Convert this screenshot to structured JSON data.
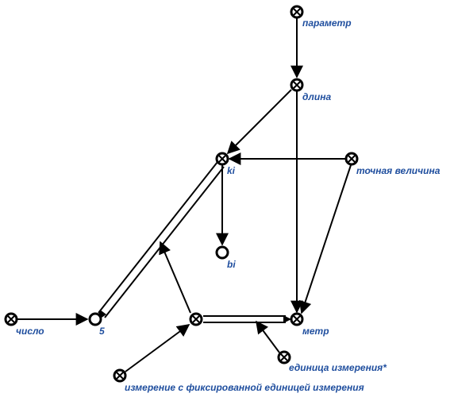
{
  "nodes": {
    "parameter": {
      "label": "параметр",
      "kind": "var"
    },
    "length": {
      "label": "длина",
      "kind": "var"
    },
    "ki": {
      "label": "ki",
      "kind": "var"
    },
    "exact_value": {
      "label": "точная величина",
      "kind": "var"
    },
    "bi": {
      "label": "bi",
      "kind": "const"
    },
    "number": {
      "label": "число",
      "kind": "var"
    },
    "five": {
      "label": "5",
      "kind": "const"
    },
    "measure_node": {
      "label": "",
      "kind": "var"
    },
    "meter": {
      "label": "метр",
      "kind": "var"
    },
    "unit": {
      "label": "единица измерения*",
      "kind": "var"
    },
    "fixed_unit_measure": {
      "label": "измерение с фиксированной единицей измерения",
      "kind": "var"
    }
  },
  "edges": [
    {
      "from": "parameter",
      "to": "length",
      "style": "arrow"
    },
    {
      "from": "length",
      "to": "ki",
      "style": "arrow"
    },
    {
      "from": "length",
      "to": "meter",
      "style": "arrow"
    },
    {
      "from": "exact_value",
      "to": "ki",
      "style": "arrow"
    },
    {
      "from": "exact_value",
      "to": "meter",
      "style": "arrow"
    },
    {
      "from": "ki",
      "to": "bi",
      "style": "arrow"
    },
    {
      "from": "ki",
      "to": "five",
      "style": "double"
    },
    {
      "from": "number",
      "to": "five",
      "style": "arrow"
    },
    {
      "from": "measure_node",
      "to": "meter",
      "style": "double"
    },
    {
      "from": "measure_node",
      "to": "ki_five_link",
      "style": "arrow"
    },
    {
      "from": "unit",
      "to": "measure_meter_link",
      "style": "arrow"
    },
    {
      "from": "fixed_unit_measure",
      "to": "measure_node",
      "style": "arrow"
    }
  ]
}
